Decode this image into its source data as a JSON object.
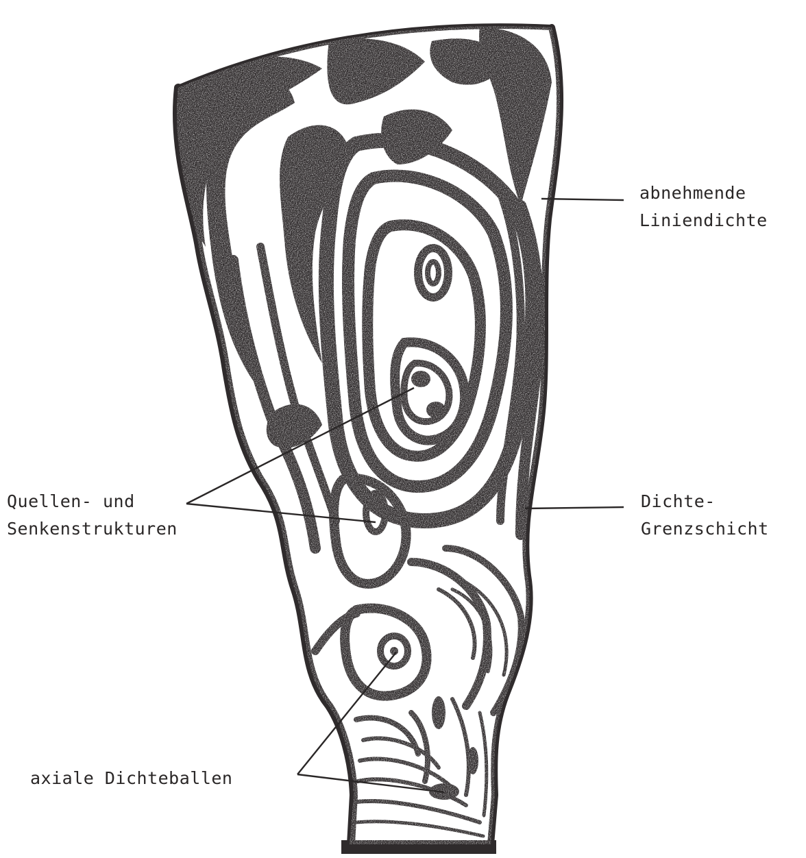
{
  "figure": {
    "labels": {
      "linienDichte": [
        "abnehmende",
        "Liniendichte"
      ],
      "quellenSenken": [
        "Quellen- und",
        "Senkenstrukturen"
      ],
      "dichteGrenzschicht": [
        "Dichte-",
        "Grenzschicht"
      ],
      "axialeDichteballen": "axiale Dichteballen"
    },
    "colors": {
      "ink": "#2f2b2c",
      "paper": "#ffffff",
      "text": "#2a2727"
    }
  }
}
